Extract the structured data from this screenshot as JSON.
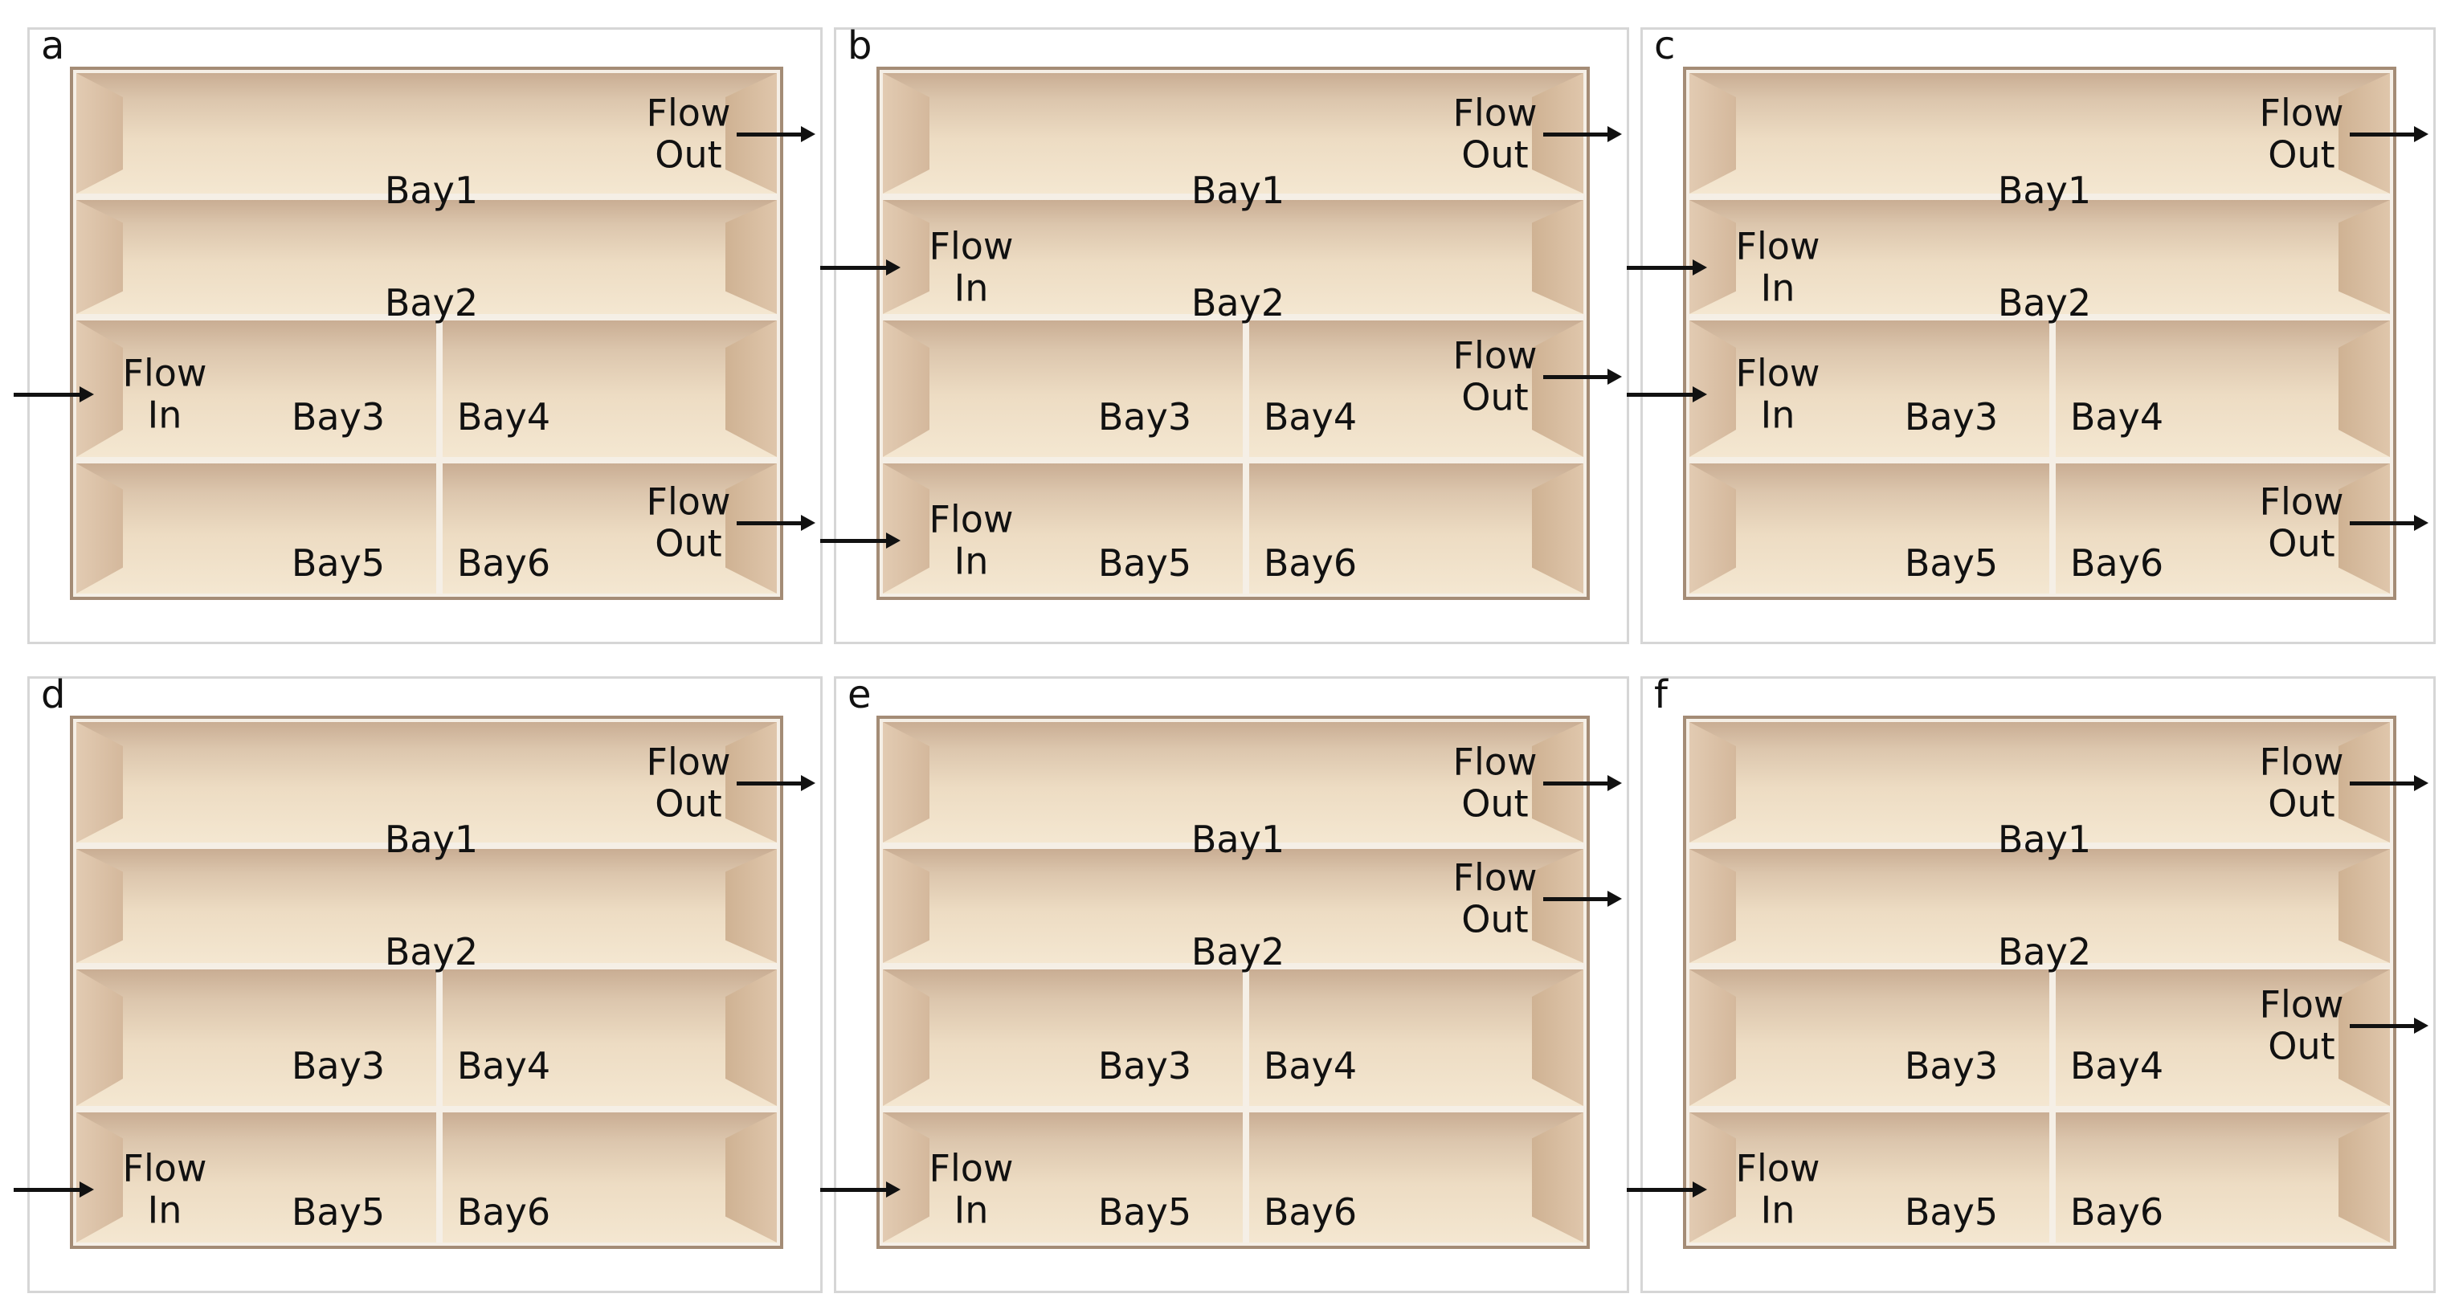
{
  "panels": [
    {
      "letter": "a",
      "bays": [
        "Bay1",
        "Bay2",
        "Bay3",
        "Bay4",
        "Bay5",
        "Bay6"
      ],
      "flows": [
        {
          "kind": "in",
          "row": 3,
          "line1": "Flow",
          "line2": "In"
        },
        {
          "kind": "out",
          "row": 1,
          "line1": "Flow",
          "line2": "Out"
        },
        {
          "kind": "out",
          "row": 4,
          "line1": "Flow",
          "line2": "Out"
        }
      ]
    },
    {
      "letter": "b",
      "bays": [
        "Bay1",
        "Bay2",
        "Bay3",
        "Bay4",
        "Bay5",
        "Bay6"
      ],
      "flows": [
        {
          "kind": "in",
          "row": 2,
          "line1": "Flow",
          "line2": "In"
        },
        {
          "kind": "in",
          "row": 4,
          "line1": "Flow",
          "line2": "In"
        },
        {
          "kind": "out",
          "row": 1,
          "line1": "Flow",
          "line2": "Out"
        },
        {
          "kind": "out",
          "row": 3,
          "line1": "Flow",
          "line2": "Out"
        }
      ]
    },
    {
      "letter": "c",
      "bays": [
        "Bay1",
        "Bay2",
        "Bay3",
        "Bay4",
        "Bay5",
        "Bay6"
      ],
      "flows": [
        {
          "kind": "in",
          "row": 2,
          "line1": "Flow",
          "line2": "In"
        },
        {
          "kind": "in",
          "row": 3,
          "line1": "Flow",
          "line2": "In"
        },
        {
          "kind": "out",
          "row": 1,
          "line1": "Flow",
          "line2": "Out"
        },
        {
          "kind": "out",
          "row": 4,
          "line1": "Flow",
          "line2": "Out"
        }
      ]
    },
    {
      "letter": "d",
      "bays": [
        "Bay1",
        "Bay2",
        "Bay3",
        "Bay4",
        "Bay5",
        "Bay6"
      ],
      "flows": [
        {
          "kind": "in",
          "row": 4,
          "line1": "Flow",
          "line2": "In"
        },
        {
          "kind": "out",
          "row": 1,
          "line1": "Flow",
          "line2": "Out"
        }
      ]
    },
    {
      "letter": "e",
      "bays": [
        "Bay1",
        "Bay2",
        "Bay3",
        "Bay4",
        "Bay5",
        "Bay6"
      ],
      "flows": [
        {
          "kind": "in",
          "row": 4,
          "line1": "Flow",
          "line2": "In"
        },
        {
          "kind": "out",
          "row": 1,
          "line1": "Flow",
          "line2": "Out"
        },
        {
          "kind": "out",
          "row": 2,
          "line1": "Flow",
          "line2": "Out"
        }
      ]
    },
    {
      "letter": "f",
      "bays": [
        "Bay1",
        "Bay2",
        "Bay3",
        "Bay4",
        "Bay5",
        "Bay6"
      ],
      "flows": [
        {
          "kind": "in",
          "row": 4,
          "line1": "Flow",
          "line2": "In"
        },
        {
          "kind": "out",
          "row": 1,
          "line1": "Flow",
          "line2": "Out"
        },
        {
          "kind": "out",
          "row": 3,
          "line1": "Flow",
          "line2": "Out"
        }
      ]
    }
  ]
}
